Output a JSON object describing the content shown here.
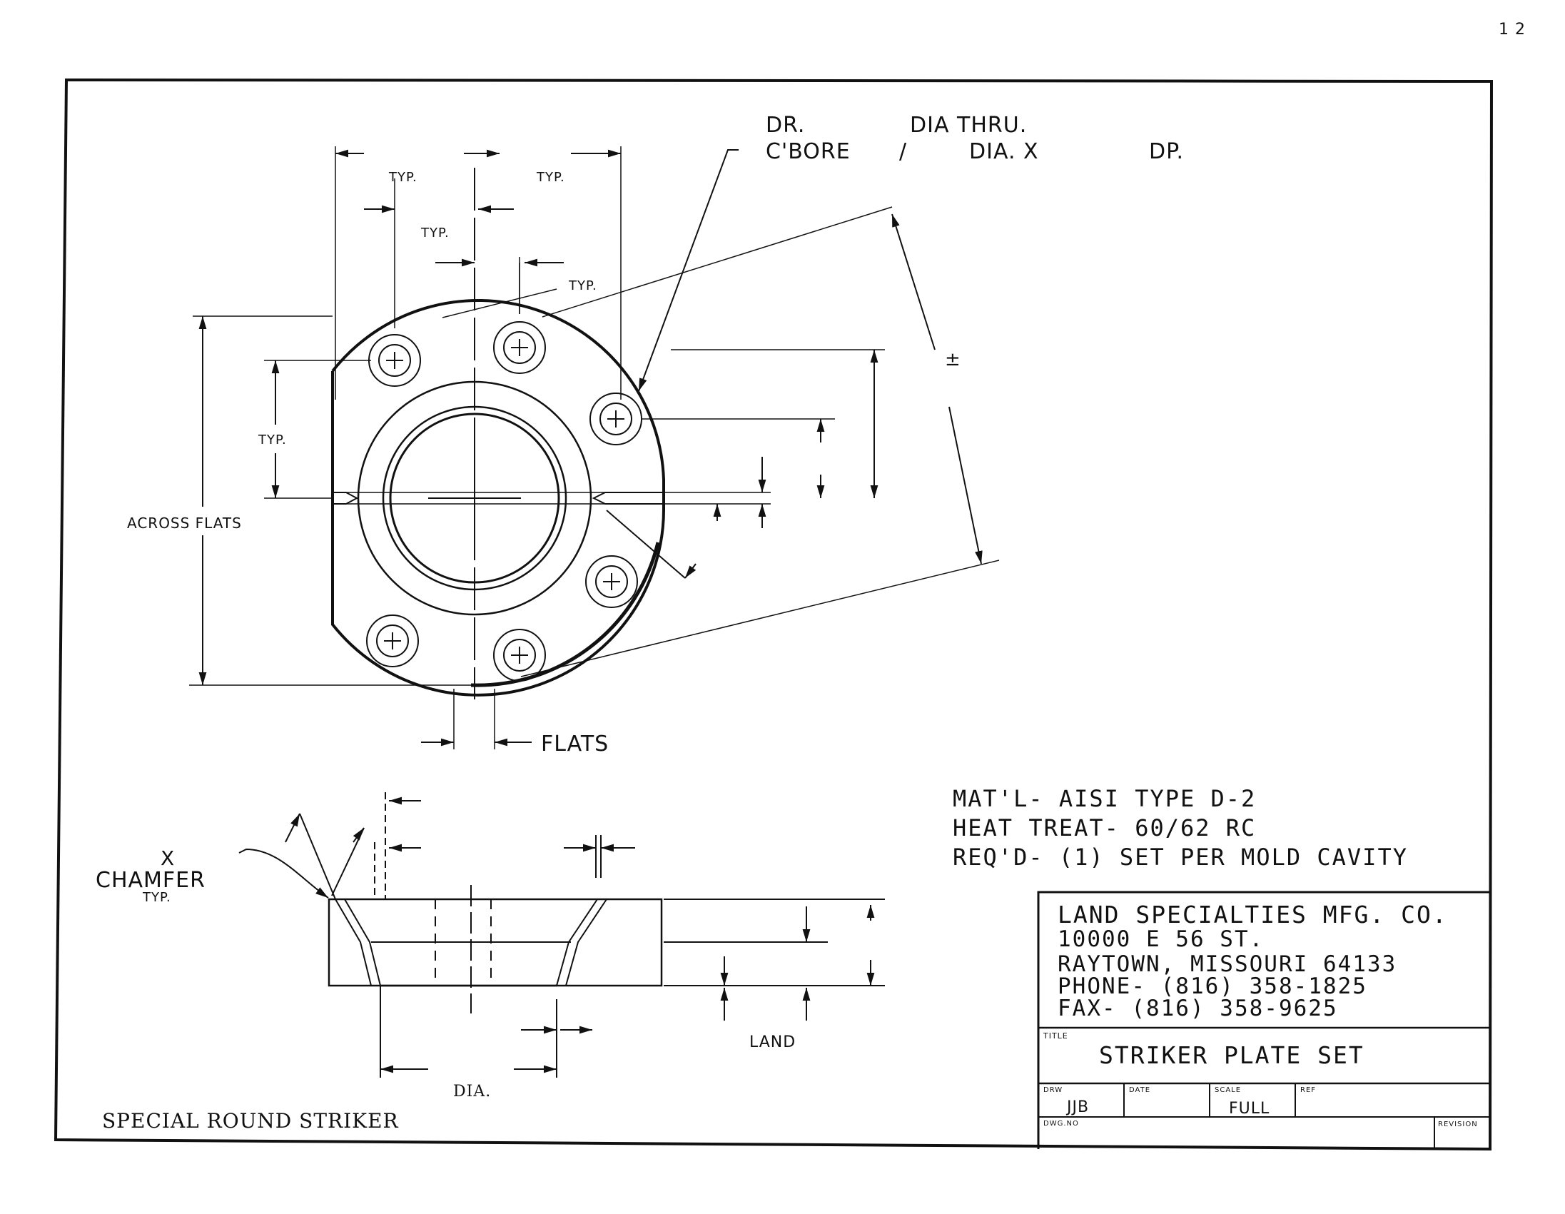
{
  "top_view": {
    "hole_note_line1_left": "DR.",
    "hole_note_line1_right": "DIA THRU.",
    "hole_note_line2_left": "C'BORE",
    "hole_note_line2_sep": "/",
    "hole_note_line2_mid": "DIA. X",
    "hole_note_line2_right": "DP.",
    "typ": "TYP.",
    "across_flats": "ACROSS FLATS",
    "flats": "FLATS",
    "plus_minus": "±"
  },
  "side_view": {
    "chamfer_x": "X",
    "chamfer": "CHAMFER",
    "chamfer_typ": "TYP.",
    "land": "LAND",
    "dia": "DIA."
  },
  "notes": {
    "material": "MAT'L- AISI TYPE D-2",
    "heat_treat": "HEAT TREAT- 60/62 RC",
    "required": "REQ'D- (1) SET PER MOLD CAVITY"
  },
  "title_block": {
    "company": "LAND SPECIALTIES MFG. CO.",
    "address": "10000 E 56 ST.",
    "city": "RAYTOWN, MISSOURI  64133",
    "phone": "PHONE- (816) 358-1825",
    "fax": "FAX- (816) 358-9625",
    "title_label": "TITLE",
    "title": "STRIKER PLATE SET",
    "drw_label": "DRW",
    "drw": "JJB",
    "date_label": "DATE",
    "scale_label": "SCALE",
    "scale": "FULL",
    "ref_label": "REF",
    "dwg_no_label": "DWG.NO",
    "revision_label": "REVISION"
  },
  "caption": "SPECIAL ROUND STRIKER",
  "corner_mark": "1 2"
}
